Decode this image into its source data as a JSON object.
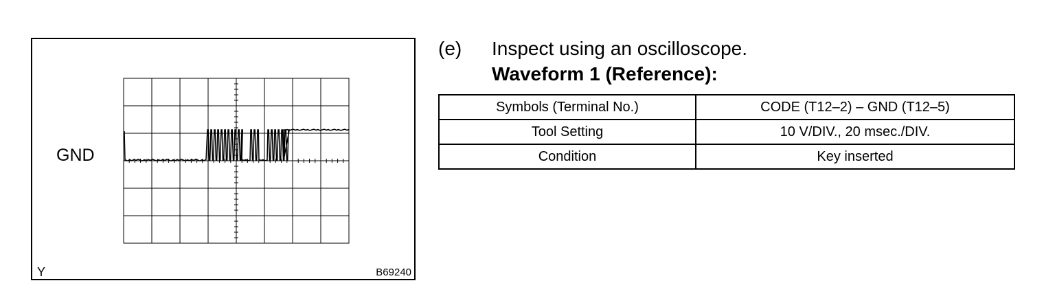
{
  "figure": {
    "channel_label": "GND",
    "corner_code": "Y",
    "figure_number": "B69240",
    "grid": {
      "columns": 8,
      "rows": 6
    },
    "trace_color": "#000000"
  },
  "step": {
    "letter": "(e)",
    "text": "Inspect using an oscilloscope.",
    "waveform_title": "Waveform 1 (Reference):"
  },
  "table": {
    "rows": [
      {
        "label": "Symbols (Terminal No.)",
        "value": "CODE (T12–2) – GND (T12–5)"
      },
      {
        "label": "Tool Setting",
        "value": "10 V/DIV., 20 msec./DIV."
      },
      {
        "label": "Condition",
        "value": "Key inserted"
      }
    ]
  }
}
